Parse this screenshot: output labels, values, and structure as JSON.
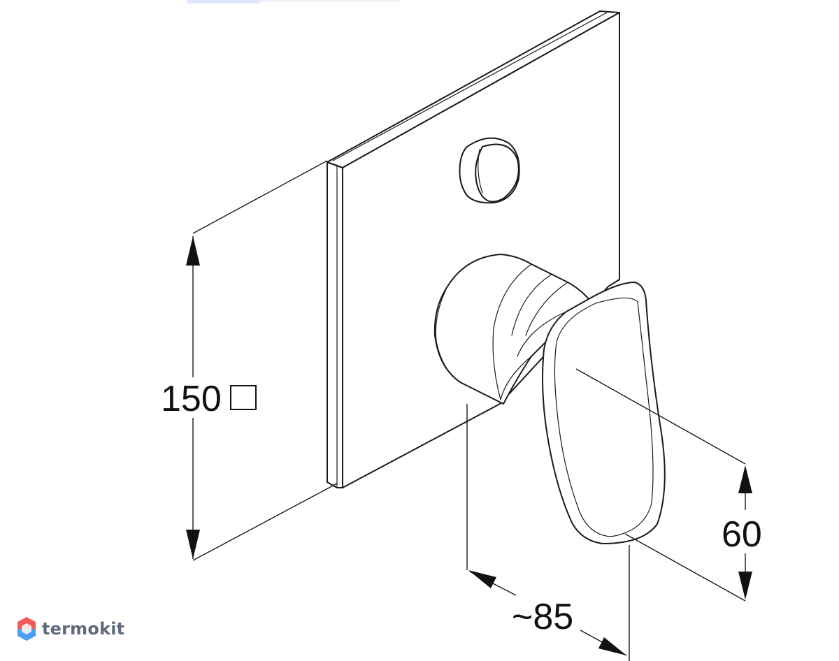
{
  "dimensions": {
    "plate_height": "150",
    "plate_height_symbol": "square",
    "projection": "~85",
    "handle_height": "60"
  },
  "logo": {
    "text": "termokit",
    "icon": "hexagon-shield-icon",
    "colors": {
      "top": "#f25a5a",
      "bottom": "#4a9ff0",
      "text": "#5e6b7d"
    }
  },
  "colors": {
    "line": "#1a1a1a",
    "background": "#ffffff"
  }
}
